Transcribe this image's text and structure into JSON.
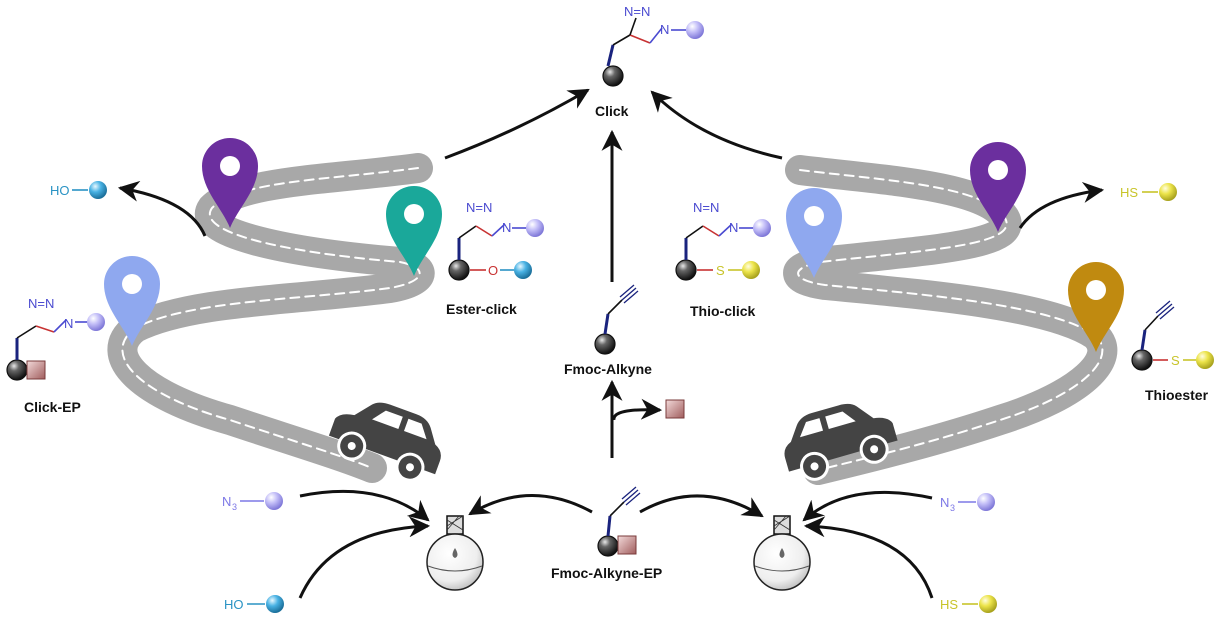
{
  "labels": {
    "click": "Click",
    "ester_click": "Ester-click",
    "thio_click": "Thio-click",
    "click_ep": "Click-EP",
    "fmoc_alkyne": "Fmoc-Alkyne",
    "fmoc_alkyne_ep": "Fmoc-Alkyne-EP",
    "thioester": "Thioester"
  },
  "reagents": {
    "hydroxyl": "HO",
    "thiol": "HS",
    "azide": "N",
    "azide_subscript": "3"
  },
  "atoms": {
    "nitrogen": "N",
    "oxygen": "O",
    "sulfur": "S",
    "triazole_top": "N=N",
    "triazole_n1": "N"
  },
  "colors": {
    "road": "#a8a8a8",
    "road_dash": "#ffffff",
    "pin_purple": "#6b2f9e",
    "pin_teal": "#1aa89a",
    "pin_lightblue": "#8fa8ef",
    "pin_gold": "#c08a10",
    "bead_cyan": "#3aa3d6",
    "bead_yellow": "#e6e04a",
    "bead_lavender": "#b9b3f3",
    "bead_black": "#222222",
    "ep_square": "#b07070",
    "text_cyan": "#2a93c4",
    "text_yellow": "#c8c42a",
    "text_lavender": "#7d78e6",
    "text_blue_n": "#4a4ad0",
    "text_red_o": "#c83232",
    "car": "#444444",
    "arrow": "#111111"
  },
  "icons": [
    "map-pin-icon",
    "car-icon",
    "flask-icon",
    "resin-bead-icon",
    "ep-linker-square-icon"
  ]
}
